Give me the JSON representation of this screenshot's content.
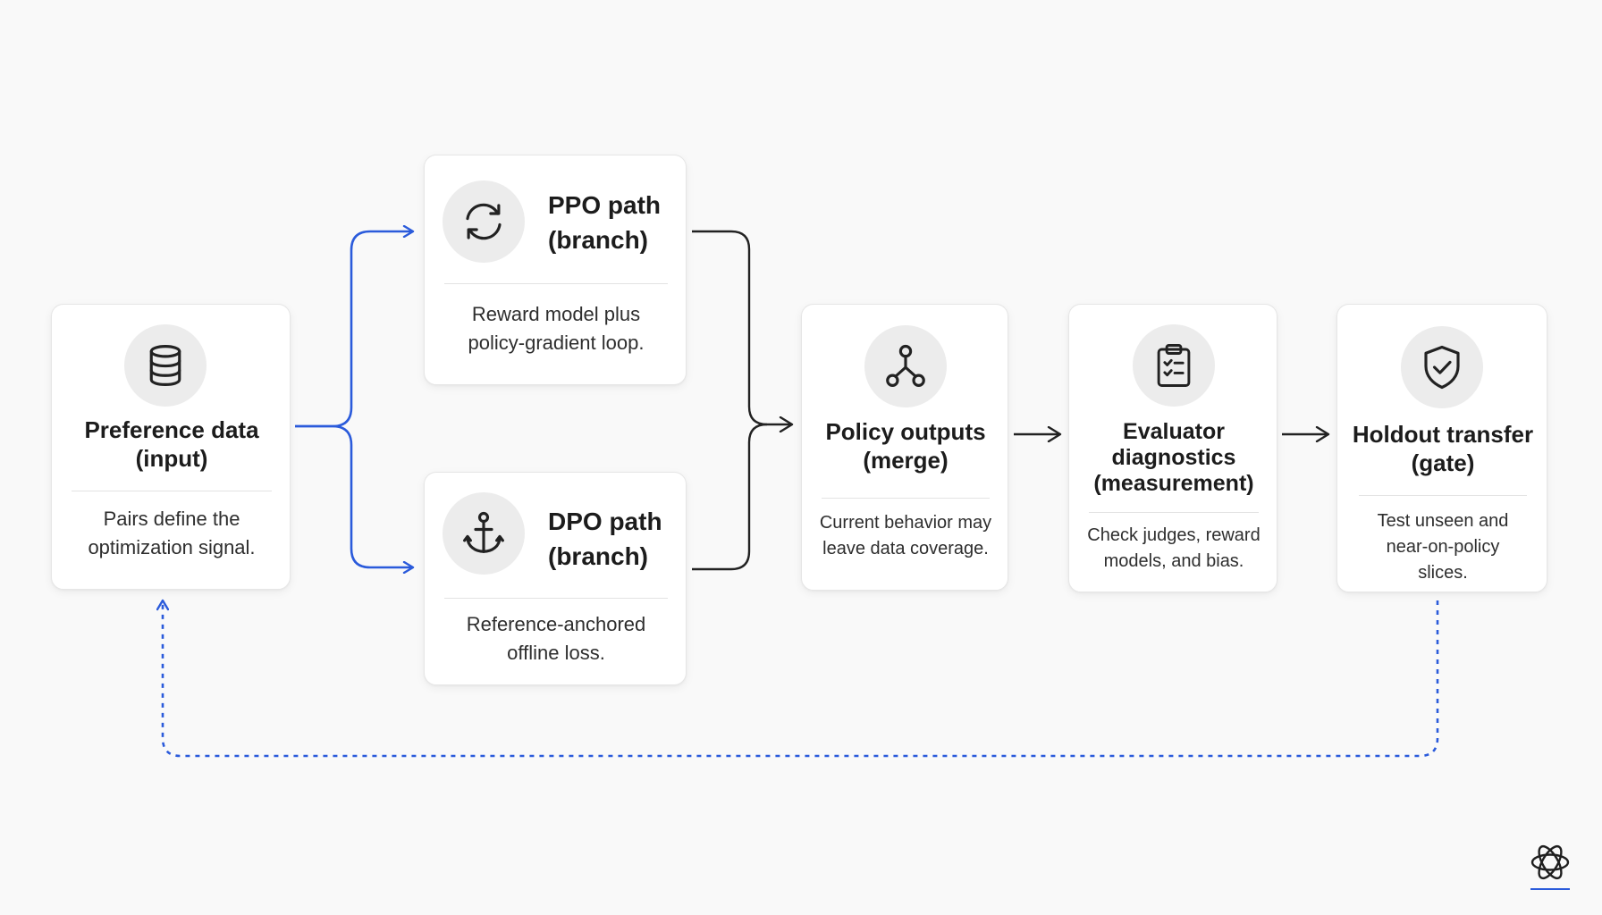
{
  "nodes": {
    "preference": {
      "title": "Preference data\n(input)",
      "description": "Pairs define the\noptimization signal.",
      "icon": "database-icon"
    },
    "ppo": {
      "title": "PPO path\n(branch)",
      "description": "Reward model plus\npolicy-gradient loop.",
      "icon": "refresh-icon"
    },
    "dpo": {
      "title": "DPO path\n(branch)",
      "description": "Reference-anchored\noffline loss.",
      "icon": "anchor-icon"
    },
    "policy": {
      "title": "Policy outputs\n(merge)",
      "description": "Current behavior may\nleave data coverage.",
      "icon": "merge-nodes-icon"
    },
    "evaluator": {
      "title": "Evaluator\ndiagnostics\n(measurement)",
      "description": "Check judges, reward\nmodels, and bias.",
      "icon": "clipboard-checklist-icon"
    },
    "holdout": {
      "title": "Holdout transfer\n(gate)",
      "description": "Test unseen and\nnear-on-policy\nslices.",
      "icon": "shield-check-icon"
    }
  },
  "logo": {
    "icon": "knot-logo-icon"
  },
  "colors": {
    "accent_blue": "#2b5bdb",
    "arrow_dark": "#222222",
    "card_bg": "#ffffff",
    "icon_circle_bg": "#ececec",
    "page_bg": "#f9f9f9"
  }
}
